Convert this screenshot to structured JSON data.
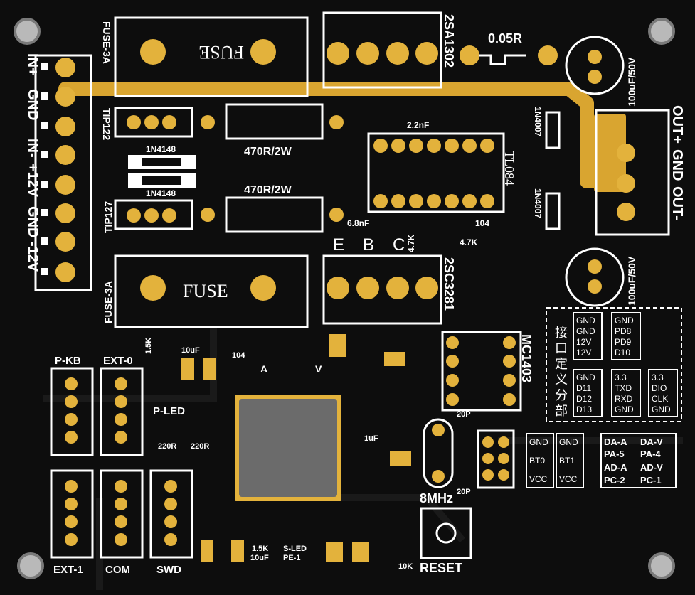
{
  "colors": {
    "board": "#0d0d0d",
    "silk": "#ffffff",
    "gold": "#e3b23c",
    "chip": "#6b6b6b",
    "trace": "#d9a530",
    "hole": "#b9b9b9"
  },
  "connectors": {
    "input": [
      "IN+",
      "GND",
      "IN-",
      "+12V",
      "GND",
      "-12V"
    ],
    "output": [
      "OUT+",
      "GND",
      "OUT-"
    ],
    "headers": {
      "pkb": "P-KB",
      "ext0": "EXT-0",
      "ext1": "EXT-1",
      "com": "COM",
      "swd": "SWD"
    }
  },
  "power": {
    "fuse_top_label": "FUSE-3A",
    "fuse_bottom_label": "FUSE-3A",
    "fuse_text": "FUSE",
    "tip122": "TIP122",
    "tip127": "TIP127",
    "diode_a": "1N4148",
    "diode_b": "1N4148",
    "res_a": "470R/2W",
    "res_b": "470R/2W",
    "q_top": "2SA1302",
    "q_bottom": "2SC3281",
    "shunt": "0.05R",
    "cap_top": "100uF/50V",
    "cap_bottom": "100uF/50V",
    "d_top": "1N4007",
    "d_bottom": "1N4007",
    "opamp": "TL084",
    "c1": "2.2nF",
    "c2": "6.8nF",
    "r1": "4.7K",
    "r2": "4.7K",
    "c3": "104",
    "ebc": [
      "E",
      "B",
      "C"
    ]
  },
  "digital": {
    "mcu_note": "",
    "mc": "MC1403",
    "crystal": "8MHz",
    "reset": "RESET",
    "labels": {
      "r15k": "1.5K",
      "c10u": "10uF",
      "c104": "104",
      "a": "A",
      "v": "V",
      "pled": "P-LED",
      "r220a": "220R",
      "r220b": "220R",
      "r15k2": "1.5K",
      "c10u2": "10uF",
      "sled": "S-LED",
      "pe1": "PE-1",
      "c20p1": "20P",
      "c20p2": "20P",
      "c1u": "1uF",
      "r10k": "10K"
    }
  },
  "pinmap": {
    "title": "接口定义分部",
    "col1": [
      "GND",
      "GND",
      "12V",
      "12V"
    ],
    "col2": [
      "GND",
      "PD8",
      "PD9",
      "D10"
    ],
    "col3": [
      "GND",
      "D11",
      "D12",
      "D13"
    ],
    "col4": [
      "3.3",
      "TXD",
      "RXD",
      "GND"
    ],
    "col5": [
      "3.3",
      "DIO",
      "CLK",
      "GND"
    ],
    "bt0": [
      "GND",
      "BT0",
      "VCC"
    ],
    "bt1": [
      "GND",
      "BT1",
      "VCC"
    ],
    "analog": [
      [
        "DA-A",
        "DA-V"
      ],
      [
        "PA-5",
        "PA-4"
      ],
      [
        "AD-A",
        "AD-V"
      ],
      [
        "PC-2",
        "PC-1"
      ]
    ]
  }
}
